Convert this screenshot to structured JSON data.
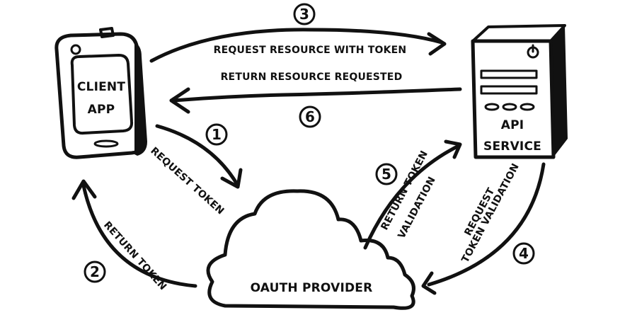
{
  "nodes": {
    "client": {
      "line1": "CLIENT",
      "line2": "APP"
    },
    "api": {
      "line1": "API",
      "line2": "SERVICE"
    },
    "oauth": {
      "label": "OAUTH PROVIDER"
    }
  },
  "steps": [
    {
      "num": "1",
      "label": "REQUEST TOKEN"
    },
    {
      "num": "2",
      "label": "RETURN TOKEN"
    },
    {
      "num": "3",
      "label": "REQUEST RESOURCE WITH TOKEN"
    },
    {
      "num": "4",
      "label_line1": "REQUEST",
      "label_line2": "TOKEN VALIDATION"
    },
    {
      "num": "5",
      "label_line1": "RETURN TOKEN",
      "label_line2": "VALIDATION"
    },
    {
      "num": "6",
      "label": "RETURN RESOURCE REQUESTED"
    }
  ]
}
